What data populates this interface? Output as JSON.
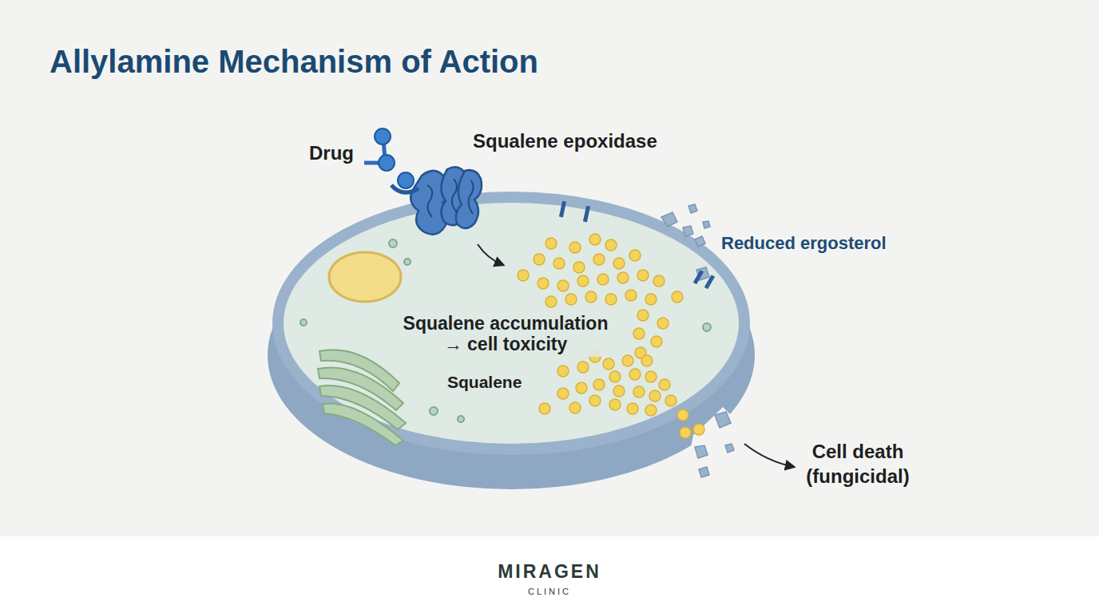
{
  "diagram": {
    "title": "Allylamine Mechanism of Action",
    "labels": [
      "Drug",
      "Squalene epoxidase",
      "Reduced ergosterol",
      "Squalene accumulation → cell toxicity",
      "Squalene",
      "Cell death (fungicidal)",
      "MIRAGEN",
      "CLINIC"
    ]
  }
}
